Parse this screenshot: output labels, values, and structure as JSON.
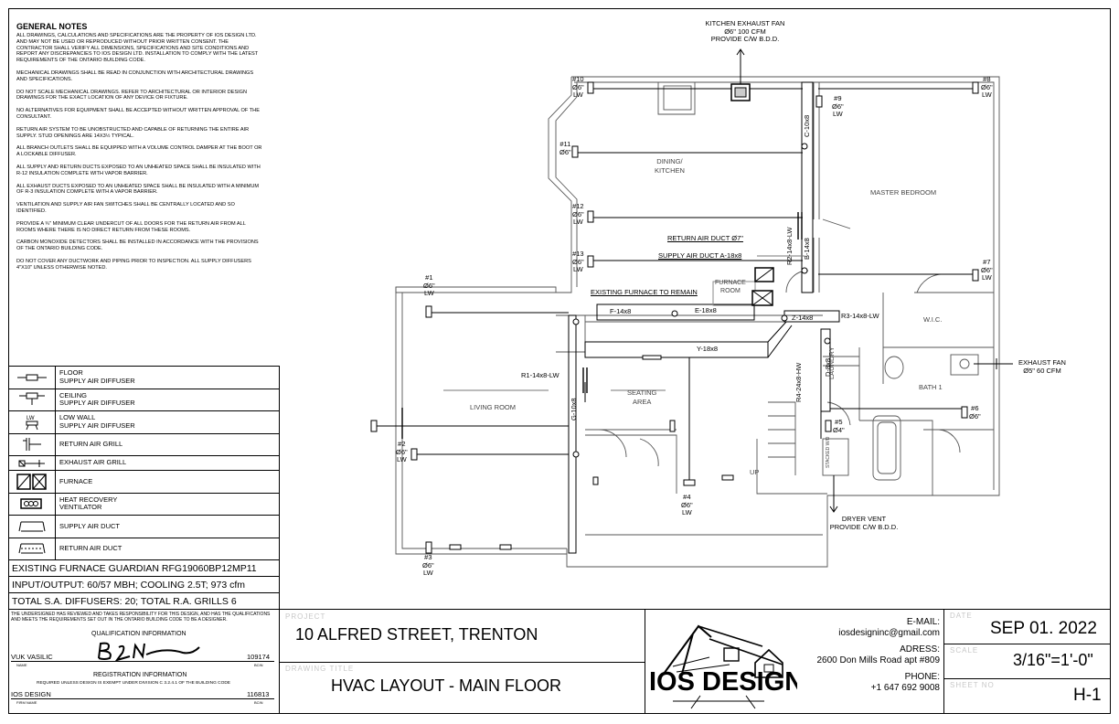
{
  "notes": {
    "title": "GENERAL NOTES",
    "paragraphs": [
      "ALL DRAWINGS, CALCULATIONS AND SPECIFICATIONS ARE THE PROPERTY OF IOS DESIGN LTD. AND MAY NOT BE USED OR REPRODUCED WITHOUT PRIOR WRITTEN CONSENT. THE CONTRACTOR SHALL VERIFY ALL DIMENSIONS, SPECIFICATIONS AND SITE CONDITIONS AND REPORT ANY DISCREPANCIES TO IOS DESIGN LTD. INSTALLATION TO COMPLY WITH THE LATEST REQUIREMENTS OF THE ONTARIO BUILDING CODE.",
      "MECHANICAL DRAWINGS SHALL BE READ IN CONJUNCTION WITH ARCHITECTURAL DRAWINGS AND SPECIFICATIONS.",
      "DO NOT SCALE MECHANICAL DRAWINGS. REFER TO ARCHITECTURAL OR INTERIOR DESIGN DRAWINGS FOR THE EXACT LOCATION OF ANY DEVICE OR FIXTURE.",
      "NO ALTERNATIVES FOR EQUIPMENT SHALL BE ACCEPTED WITHOUT WRITTEN APPROVAL OF THE CONSULTANT.",
      "RETURN AIR SYSTEM TO BE UNOBSTRUCTED AND CAPABLE OF RETURNING THE ENTIRE AIR SUPPLY. STUD OPENINGS ARE 14x3½ TYPICAL.",
      "ALL BRANCH OUTLETS SHALL BE EQUIPPED WITH A VOLUME CONTROL DAMPER AT THE BOOT OR A LOCKABLE DIFFUSER.",
      "ALL SUPPLY AND RETURN DUCTS EXPOSED TO AN UNHEATED SPACE SHALL BE INSULATED WITH R-12 INSULATION COMPLETE WITH VAPOR BARRIER.",
      "ALL EXHAUST DUCTS EXPOSED TO AN UNHEATED SPACE SHALL BE INSULATED WITH A MINIMUM OF R-3 INSULATION COMPLETE WITH A VAPOR BARRIER.",
      "VENTILATION AND SUPPLY AIR FAN SWITCHES SHALL BE CENTRALLY LOCATED AND SO IDENTIFIED.",
      "PROVIDE A ¾\" MINIMUM CLEAR UNDERCUT OF ALL DOORS FOR THE RETURN AIR FROM ALL ROOMS WHERE THERE IS NO DIRECT RETURN FROM THESE ROOMS.",
      "CARBON MONOXIDE DETECTORS SHALL BE INSTALLED IN ACCORDANCE WITH THE PROVISIONS OF THE ONTARIO BUILDING CODE.",
      "DO NOT COVER ANY DUCTWORK AND PIPING PRIOR TO INSPECTION. ALL SUPPLY DIFFUSERS 4\"x10\" UNLESS OTHERWISE NOTED."
    ]
  },
  "legend": [
    {
      "icon": "floor-diffuser-icon",
      "line1": "FLOOR",
      "line2": "SUPPLY AIR DIFFUSER"
    },
    {
      "icon": "ceiling-diffuser-icon",
      "line1": "CEILING",
      "line2": "SUPPLY AIR DIFFUSER"
    },
    {
      "icon": "low-wall-diffuser-icon",
      "line1": "LOW WALL",
      "line2": "SUPPLY AIR DIFFUSER",
      "sym": "LW"
    },
    {
      "icon": "return-grill-icon",
      "line1": "RETURN AIR GRILL",
      "line2": ""
    },
    {
      "icon": "exhaust-grill-icon",
      "line1": "EXHAUST AIR GRILL",
      "line2": ""
    },
    {
      "icon": "furnace-icon",
      "line1": "FURNACE",
      "line2": ""
    },
    {
      "icon": "hrv-icon",
      "line1": "HEAT RECOVERY",
      "line2": "VENTILATOR"
    },
    {
      "icon": "supply-duct-icon",
      "line1": "SUPPLY AIR DUCT",
      "line2": ""
    },
    {
      "icon": "return-duct-icon",
      "line1": "RETURN AIR DUCT",
      "line2": ""
    }
  ],
  "specs": {
    "furnace": "EXISTING FURNACE GUARDIAN RFG19060BP12MP11",
    "io": "INPUT/OUTPUT: 60/57 MBH; COOLING 2.5T; 973 cfm",
    "totals": "TOTAL S.A. DIFFUSERS: 20; TOTAL R.A. GRILLS 6"
  },
  "qualification": {
    "statement": "THE UNDERSIGNED HAS REVIEWED AND TAKES RESPONSIBILITY FOR THIS DESIGN, AND HAS THE QUALIFICATIONS AND MEETS THE REQUIREMENTS SET OUT IN THE ONTARIO BUILDING CODE TO BE A DESIGNER.",
    "heading": "QUALIFICATION INFORMATION",
    "name": "VUK VASILIC",
    "bcin": "109174",
    "name_caption": "NAME",
    "bcin_caption": "BCIN",
    "reg_heading": "REGISTRATION INFORMATION",
    "reg_note": "REQUIRED UNLESS DESIGN IS EXEMPT UNDER DIVISION C 3.2.4.1 OF THE BUILDING CODE",
    "firm": "IOS DESIGN",
    "firm_bcin": "116813",
    "firm_caption": "FIRM NAME"
  },
  "title_block": {
    "project_caption": "PROJECT",
    "project": "10 ALFRED STREET, TRENTON",
    "drawing_caption": "DRAWING TITLE",
    "drawing_title": "HVAC LAYOUT - MAIN  FLOOR",
    "logo_text": "IOS DESIGN",
    "email_label": "E-MAIL:",
    "email": "iosdesigninc@gmail.com",
    "address_label": "ADRESS:",
    "address": "2600 Don Mills Road apt #809",
    "phone_label": "PHONE:",
    "phone": "+1 647 692 9008",
    "date_caption": "DATE",
    "date": "SEP 01. 2022",
    "scale_caption": "SCALE",
    "scale": "3/16\"=1'-0\"",
    "sheet_caption": "SHEET NO",
    "sheet": "H-1"
  },
  "plan": {
    "rooms": {
      "dining": [
        "DINING/",
        "KITCHEN"
      ],
      "master": "MASTER BEDROOM",
      "living": "LIVING ROOM",
      "seating": [
        "SEATING",
        "AREA"
      ],
      "furnace_room": [
        "FURNACE",
        "ROOM"
      ],
      "wic": "W.I.C.",
      "bath": "BATH 1",
      "laundry": "LAUNDRY",
      "up": "UP",
      "stacked": "STACKED W/D"
    },
    "callouts": {
      "kitchen_fan": [
        "KITCHEN EXHAUST FAN",
        "Ø6\" 100 CFM",
        "PROVIDE C/W B.D.D."
      ],
      "bath_fan": [
        "EXHAUST FAN",
        "Ø5\" 60 CFM"
      ],
      "dryer": [
        "DRYER VENT",
        "PROVIDE C/W B.D.D."
      ],
      "return_duct": "RETURN AIR DUCT Ø7\"",
      "supply_duct": "SUPPLY AIR DUCT A-18x8",
      "existing_furnace": "EXISTING FURNACE TO REMAIN"
    },
    "ducts": {
      "f": "F-14x8",
      "e": "E-18x8",
      "y": "Y-18x8",
      "z": "Z-14x8",
      "g": "G-10x8",
      "c": "C-10x8",
      "b": "B-14x8",
      "d": "D-8x8",
      "r1": "R1-14x8-LW",
      "r2": "R2-14x8-LW",
      "r3": "R3-14x8-LW",
      "r4": "R4-24x8-HW"
    },
    "diffusers": {
      "d1": [
        "#1",
        "Ø6\"",
        "LW"
      ],
      "d2": [
        "#2",
        "Ø6\"",
        "LW"
      ],
      "d3": [
        "#3",
        "Ø6\"",
        "LW"
      ],
      "d4": [
        "#4",
        "Ø6\"",
        "LW"
      ],
      "d5": [
        "#5",
        "Ø4\""
      ],
      "d6": [
        "#6",
        "Ø6\""
      ],
      "d7": [
        "#7",
        "Ø6\"",
        "LW"
      ],
      "d8": [
        "#8",
        "Ø6\"",
        "LW"
      ],
      "d9": [
        "#9",
        "Ø6\"",
        "LW"
      ],
      "d10": [
        "#10",
        "Ø6\"",
        "LW"
      ],
      "d11": [
        "#11",
        "Ø6\""
      ],
      "d12": [
        "#12",
        "Ø6\"",
        "LW"
      ],
      "d13": [
        "#13",
        "Ø6\"",
        "LW"
      ]
    }
  }
}
